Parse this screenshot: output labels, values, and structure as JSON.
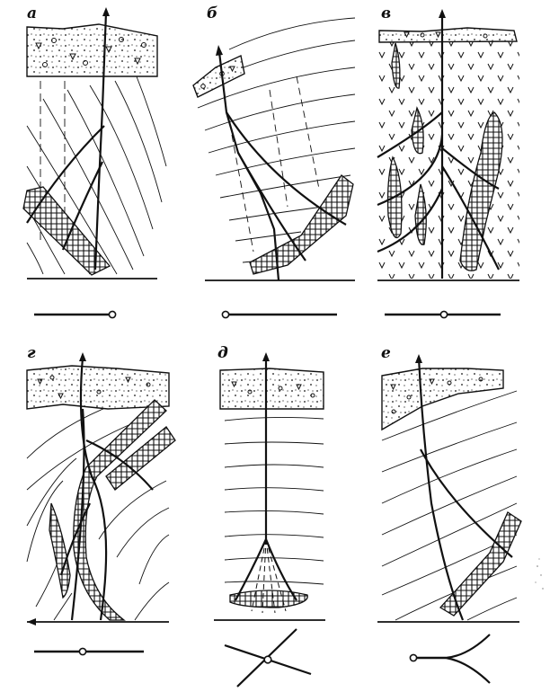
{
  "figure": {
    "ink_color": "#111111",
    "paper_color": "#ffffff",
    "hatch_pattern": "crosshatch",
    "panels": [
      {
        "id": "a",
        "label": "а",
        "scheme": "line-with-point-right"
      },
      {
        "id": "b",
        "label": "б",
        "scheme": "line-with-point-left"
      },
      {
        "id": "v",
        "label": "в",
        "scheme": "line-with-point-center"
      },
      {
        "id": "g",
        "label": "г",
        "scheme": "line-with-point-center"
      },
      {
        "id": "d",
        "label": "д",
        "scheme": "cross-with-point"
      },
      {
        "id": "e",
        "label": "е",
        "scheme": "fork-with-point"
      }
    ]
  }
}
